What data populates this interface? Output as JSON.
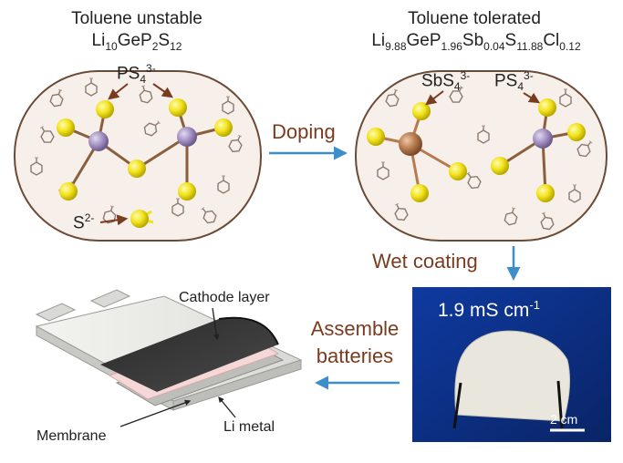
{
  "left_panel": {
    "title": "Toluene unstable",
    "formula": {
      "a": "Li",
      "a_sub": "10",
      "b": "GeP",
      "b_sub": "2",
      "c": "S",
      "c_sub": "12"
    },
    "ion_ps4": {
      "base": "PS",
      "sub": "4",
      "sup": "3-"
    },
    "ion_s2": {
      "base": "S",
      "sup": "2-"
    }
  },
  "right_panel": {
    "title": "Toluene tolerated",
    "formula": {
      "a": "Li",
      "a_sub": "9.88",
      "b": "GeP",
      "b_sub": "1.96",
      "c": "Sb",
      "c_sub": "0.04",
      "d": "S",
      "d_sub": "11.88",
      "e": "Cl",
      "e_sub": "0.12"
    },
    "ion_sbs4": {
      "base": "SbS",
      "sub": "4",
      "sup": "3-"
    },
    "ion_ps4": {
      "base": "PS",
      "sub": "4",
      "sup": "3-"
    }
  },
  "arrows": {
    "doping": "Doping",
    "wet_coating": "Wet coating",
    "assemble_line1": "Assemble",
    "assemble_line2": "batteries"
  },
  "photo": {
    "conductivity": {
      "value": "1.9 mS cm",
      "sup": "-1"
    },
    "scale_bar": "2 cm"
  },
  "battery": {
    "cathode_label": "Cathode layer",
    "membrane_label": "Membrane",
    "li_metal_label": "Li metal"
  },
  "colors": {
    "ball_sulfur": "#f2e21a",
    "ball_phosphorus": "#a493c2",
    "ball_antimony": "#b77a4f",
    "bond": "#8b5e3c",
    "capsule_fill": "#f7f0ea",
    "capsule_stroke": "#6b4a36",
    "arrow_blue": "#3d8fcc",
    "photo_blue": "#0b2f84",
    "text_brown": "#7a3b1f"
  }
}
